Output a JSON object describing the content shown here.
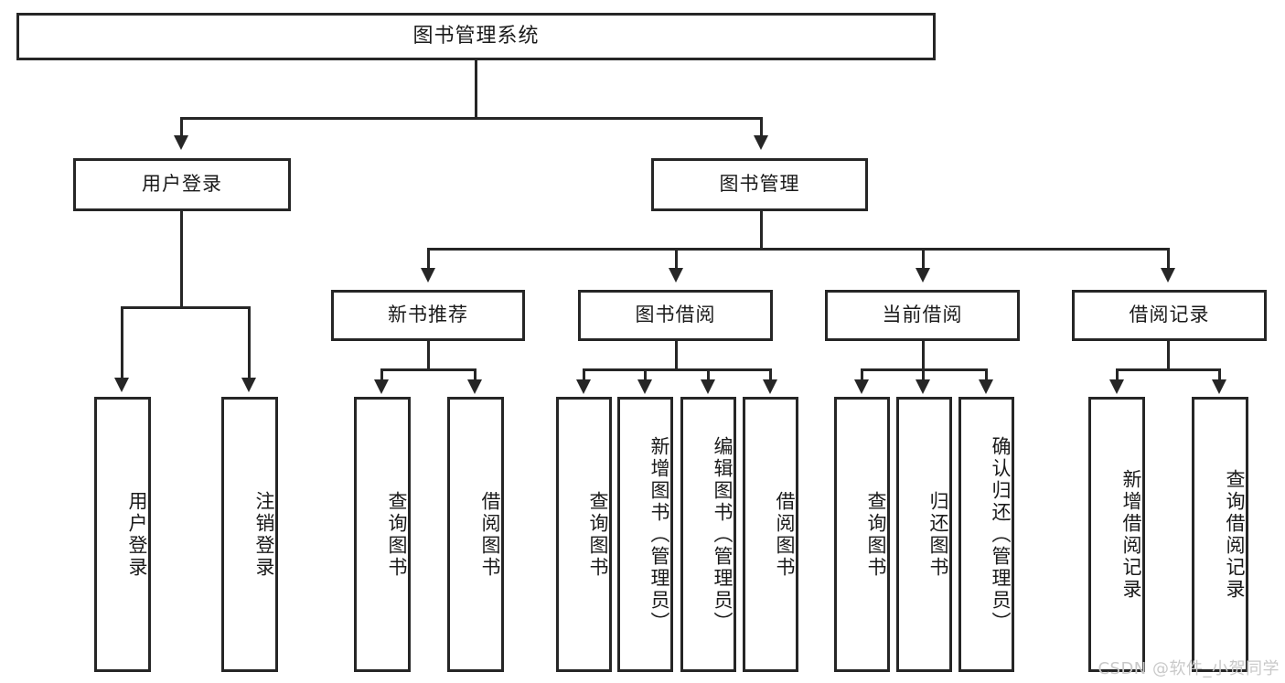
{
  "diagram": {
    "title": "图书管理系统",
    "type": "hierarchy-tree",
    "watermark": "CSDN @软件_小贺同学",
    "colors": {
      "background": "#ffffff",
      "stroke": "#262626",
      "text": "#1a1a1a",
      "watermark": "#c9c9c9"
    },
    "root": {
      "label": "图书管理系统"
    },
    "level2": [
      {
        "label": "用户登录"
      },
      {
        "label": "图书管理"
      }
    ],
    "level3": [
      {
        "label": "新书推荐"
      },
      {
        "label": "图书借阅"
      },
      {
        "label": "当前借阅"
      },
      {
        "label": "借阅记录"
      }
    ],
    "leaves": {
      "user_login": [
        {
          "label": "用户登录"
        },
        {
          "label": "注销登录"
        }
      ],
      "new_book_recommend": [
        {
          "label": "查询图书"
        },
        {
          "label": "借阅图书"
        }
      ],
      "book_borrow": [
        {
          "label": "查询图书"
        },
        {
          "label": "新增图书（管理员）"
        },
        {
          "label": "编辑图书（管理员）"
        },
        {
          "label": "借阅图书"
        }
      ],
      "current_borrow": [
        {
          "label": "查询图书"
        },
        {
          "label": "归还图书"
        },
        {
          "label": "确认归还（管理员）"
        }
      ],
      "borrow_record": [
        {
          "label": "新增借阅记录"
        },
        {
          "label": "查询借阅记录"
        }
      ]
    }
  }
}
